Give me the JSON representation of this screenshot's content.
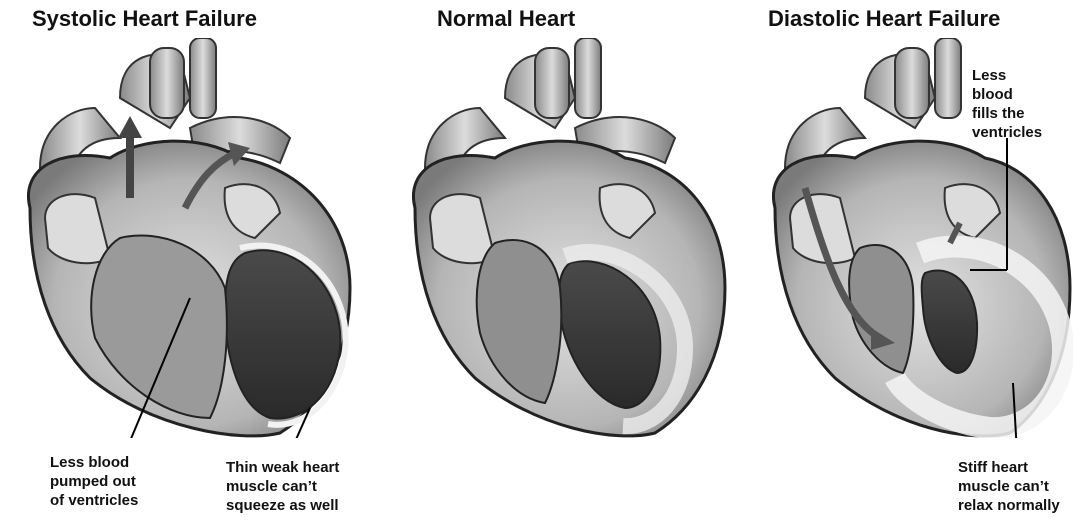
{
  "panels": [
    {
      "title": "Systolic Heart Failure"
    },
    {
      "title": "Normal Heart"
    },
    {
      "title": "Diastolic Heart Failure"
    }
  ],
  "annotations": {
    "systolic_blood": [
      "Less blood",
      "pumped out",
      "of ventricles"
    ],
    "systolic_muscle": [
      "Thin weak heart",
      "muscle can’t",
      "squeeze as well"
    ],
    "diastolic_fill": [
      "Less",
      "blood",
      "fills the",
      "ventricles"
    ],
    "diastolic_muscle": [
      "Stiff heart",
      "muscle can’t",
      "relax normally"
    ]
  }
}
